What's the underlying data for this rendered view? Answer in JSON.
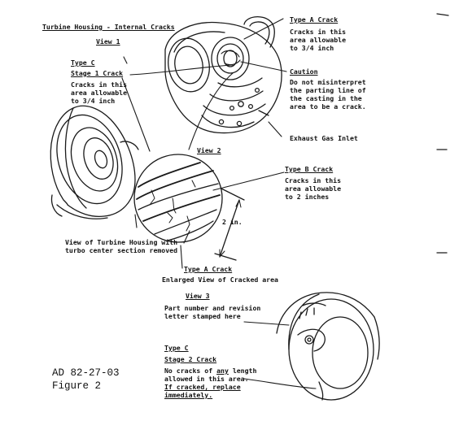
{
  "figure": {
    "title": "Turbine Housing - Internal Cracks",
    "view1": "View 1",
    "view2": "View 2",
    "view3": "View 3",
    "type_a_top": {
      "heading": "Type A Crack",
      "lines": [
        "Cracks in this",
        "area allowable",
        "to 3/4 inch"
      ]
    },
    "caution": {
      "heading": "Caution",
      "lines": [
        "Do not misinterpret",
        "the parting line of",
        "the casting in the",
        "area to be a crack."
      ]
    },
    "exhaust_gas_inlet": "Exhaust Gas Inlet",
    "type_c_stage1": {
      "type": "Type C",
      "stage": "Stage 1 Crack",
      "lines": [
        "Cracks in this",
        "area allowable",
        "to 3/4 inch"
      ]
    },
    "type_b": {
      "heading": "Type B Crack",
      "lines": [
        "Cracks in this",
        "area allowable",
        "to 2 inches"
      ]
    },
    "dimension": "2 in.",
    "housing_caption": [
      "View of Turbine Housing with",
      "turbo center section removed"
    ],
    "type_a_bottom": "Type A Crack",
    "enlarged_view": "Enlarged View of Cracked area",
    "part_number": [
      "Part number and revision",
      "letter stamped here"
    ],
    "type_c_stage2": {
      "type": "Type C",
      "stage": "Stage 2 Crack",
      "line1_pre": "No cracks of ",
      "line1_em": "any",
      "line1_post": " length",
      "line2": "allowed in this area.",
      "line3": "If cracked, replace",
      "line4": "immediately."
    },
    "ad_number": "AD 82-27-03",
    "figure_label": "Figure 2"
  }
}
